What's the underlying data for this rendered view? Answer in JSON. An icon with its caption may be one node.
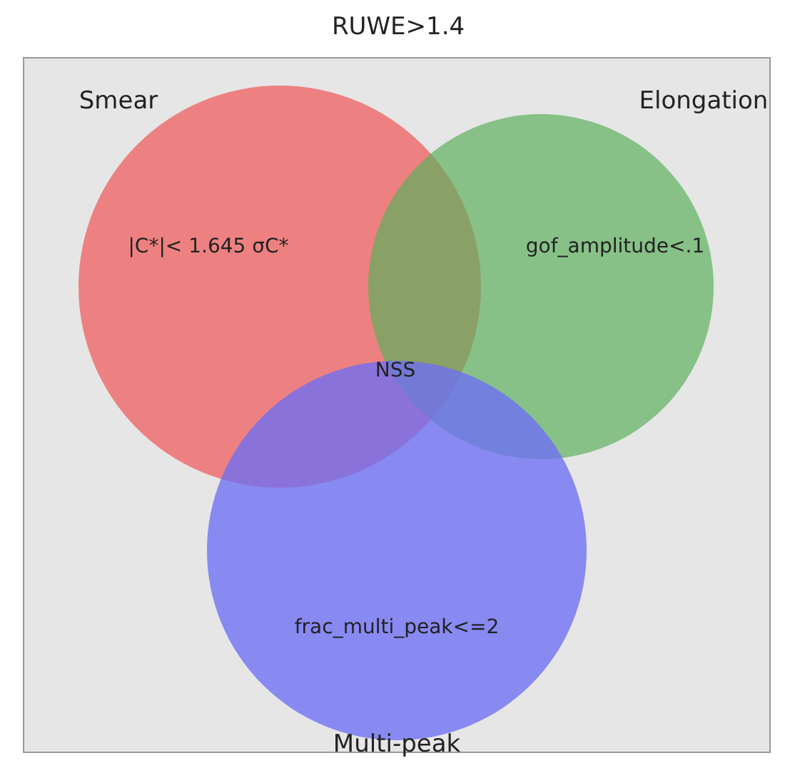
{
  "diagram": {
    "nodes": [
      {
        "text": [
          "RUWE>1.4"
        ]
      },
      {
        "text": [
          "Smear",
          "|C*|< 1.645 σC*"
        ],
        "in": 0
      },
      {
        "text": [
          "Elongation",
          "gof_amplitude<.1"
        ],
        "in": 0
      },
      {
        "text": [
          "frac_multi_peak<=2",
          "Multi-peak"
        ],
        "in": 0
      }
    ],
    "labels": [
      "NSS"
    ]
  }
}
